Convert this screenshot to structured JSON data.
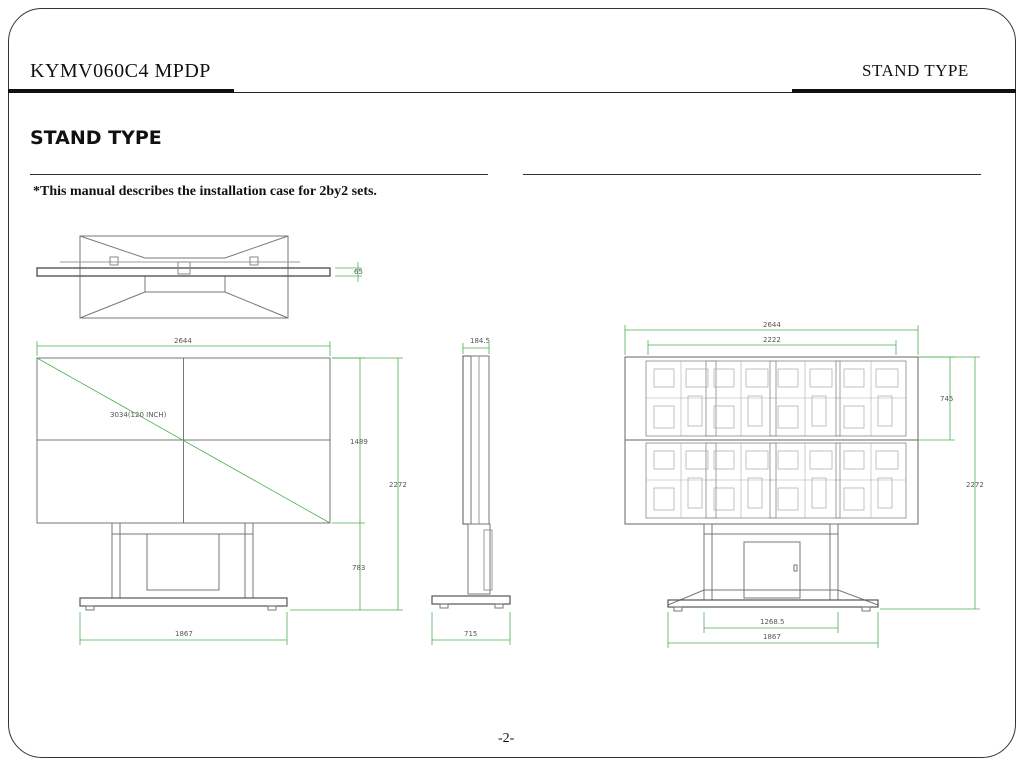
{
  "header": {
    "doc_id": "KYMV060C4   MPDP",
    "section": "STAND   TYPE"
  },
  "page_title": "STAND TYPE",
  "note": "*This manual describes the installation case for 2by2 sets.",
  "page_number": "-2-",
  "dimensions": {
    "top_depth": "65",
    "front_width": "2644",
    "diagonal": "3034(120 INCH)",
    "screen_height": "1489",
    "total_height": "2272",
    "stand_height": "783",
    "base_width": "1867",
    "side_depth": "184.5",
    "side_base": "715",
    "rear_width": "2644",
    "rear_inner_width": "2222",
    "rear_panel_height": "745",
    "rear_total_height": "2272",
    "rear_stand_width": "1268.5",
    "rear_base_width": "1867"
  },
  "colors": {
    "line": "#777777",
    "dimension": "#4caf50",
    "text": "#111111"
  }
}
